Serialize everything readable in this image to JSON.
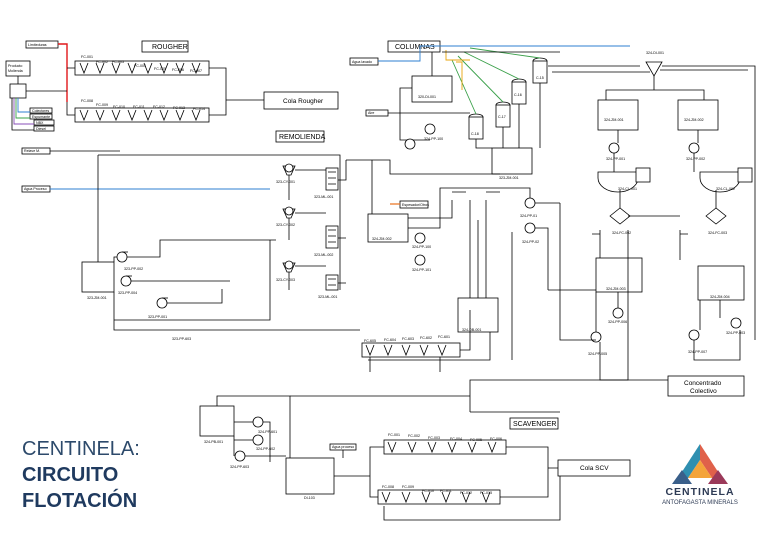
{
  "title": {
    "line1": "CENTINELA:",
    "line2": "CIRCUITO",
    "line3": "FLOTACIÓN"
  },
  "logo": {
    "name": "CENTINELA",
    "subtitle": "ANTOFAGASTA MINERALS"
  },
  "sections": {
    "rougher": "ROUGHER",
    "columnas": "COLUMNAS",
    "remolienda": "REMOLIENDA",
    "scavenger": "SCAVENGER"
  },
  "outputs": {
    "cola_rougher": "Cola Rougher",
    "cola_scv": "Cola SCV",
    "concentrado_1": "Concentrado",
    "concentrado_2": "Colectivo"
  },
  "labels": {
    "feed_top": "Limiteduras",
    "feed_1": "Producto",
    "feed_2": "Molienda",
    "sub_1": "Colectores",
    "sub_2": "Espumante",
    "sub_3": "NBX",
    "sub_4": "Diesel",
    "agua_lavado": "Agua lavado",
    "aire": "Aire",
    "relave": "Relave M.",
    "agua_proceso": "Agua Proceso",
    "agua_proceso_2": "Agua proceso",
    "espesador": "Espesador/Otros",
    "fc001": "FC-001",
    "fc002": "FC-002",
    "fc003": "FC-003",
    "fc004": "FC-004",
    "fc005": "FC-005",
    "fc006": "FC-006",
    "fc007": "FC-007",
    "fc008": "FC-008",
    "fc009": "FC-009",
    "fc010": "FC-010",
    "fc011": "FC-011",
    "fc012": "FC-012",
    "fc013": "FC-013",
    "fc014": "FC-014",
    "fc601": "FC-601",
    "fc602": "FC-602",
    "fc603": "FC-603",
    "fc604": "FC-604",
    "fc605": "FC-605",
    "scv_fc001": "FC-001",
    "scv_fc002": "FC-002",
    "scv_fc003": "FC-003",
    "scv_fc004": "FC-004",
    "scv_fc005": "FC-005",
    "scv_fc006": "FC-006",
    "scv_fc008": "FC-008",
    "scv_fc009": "FC-009",
    "scv_fc010": "FC-010",
    "scv_fc011": "FC-011",
    "scv_fc012": "FC-012",
    "scv_fc013": "FC-013",
    "cy001": "323-CY-001",
    "cy002": "323-CY-002",
    "cy003": "323-CY-003",
    "ml001": "323-ML-001",
    "ml002": "323-ML-002",
    "ml003": "323-ML-001",
    "zm001": "323-ZM-001",
    "pp002": "323-PP-002",
    "pp004": "323-PP-004",
    "pp001": "323-PP-001",
    "pp603": "323-PP-603",
    "di001": "320-DI-001",
    "c16": "C-16",
    "c17": "C-17",
    "c18": "C-18",
    "c15": "C-15",
    "zm002": "324-ZM-002",
    "zm003": "324-ZM-003",
    "pp100": "324-PP-100",
    "pp101": "324-PP-101",
    "pp01": "324-PP-01",
    "pp02": "324-PP-02",
    "db001": "324-DB-001",
    "di_right": "324-DI-001",
    "zm_r1": "324-ZM-001",
    "zm_r2": "324-ZM-002",
    "pp_r1": "324-PP-001",
    "pp_r2": "324-PP-002",
    "cl_r1": "324-CL-001",
    "cl_r2": "324-CL-002",
    "fc_r1": "324-FC-002",
    "fc_r2": "324-FC-003",
    "zm_r3": "324-ZM-003",
    "zm_r4": "324-ZM-004",
    "pp_r3": "324-PP-006",
    "pp_r4": "324-PP-005",
    "pp_r5": "324-PP-003",
    "pp_r6": "324-PP-007",
    "pb001": "324-PB-001",
    "pp_s1": "324-PP-601",
    "pp_s2": "324-PP-602",
    "pp_s3": "324-PP-603",
    "di103": "DI-103"
  }
}
